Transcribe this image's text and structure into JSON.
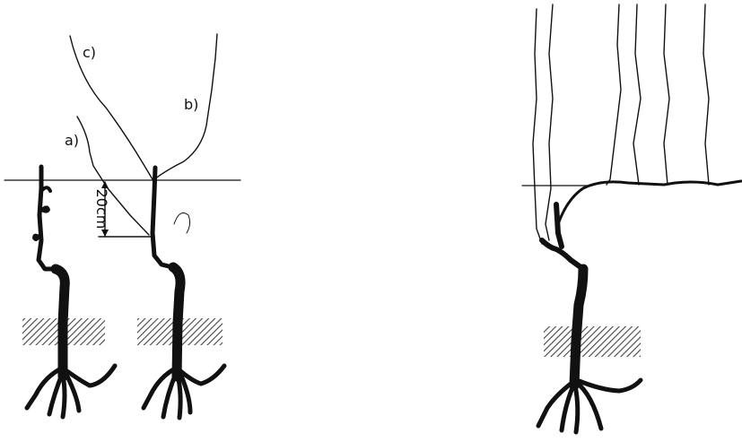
{
  "labels": {
    "a": "a)",
    "b": "b)",
    "c": "c)",
    "distance": "20cm"
  },
  "colors": {
    "ink": "#111111",
    "background": "#ffffff",
    "soil_hatch": "#444444"
  }
}
